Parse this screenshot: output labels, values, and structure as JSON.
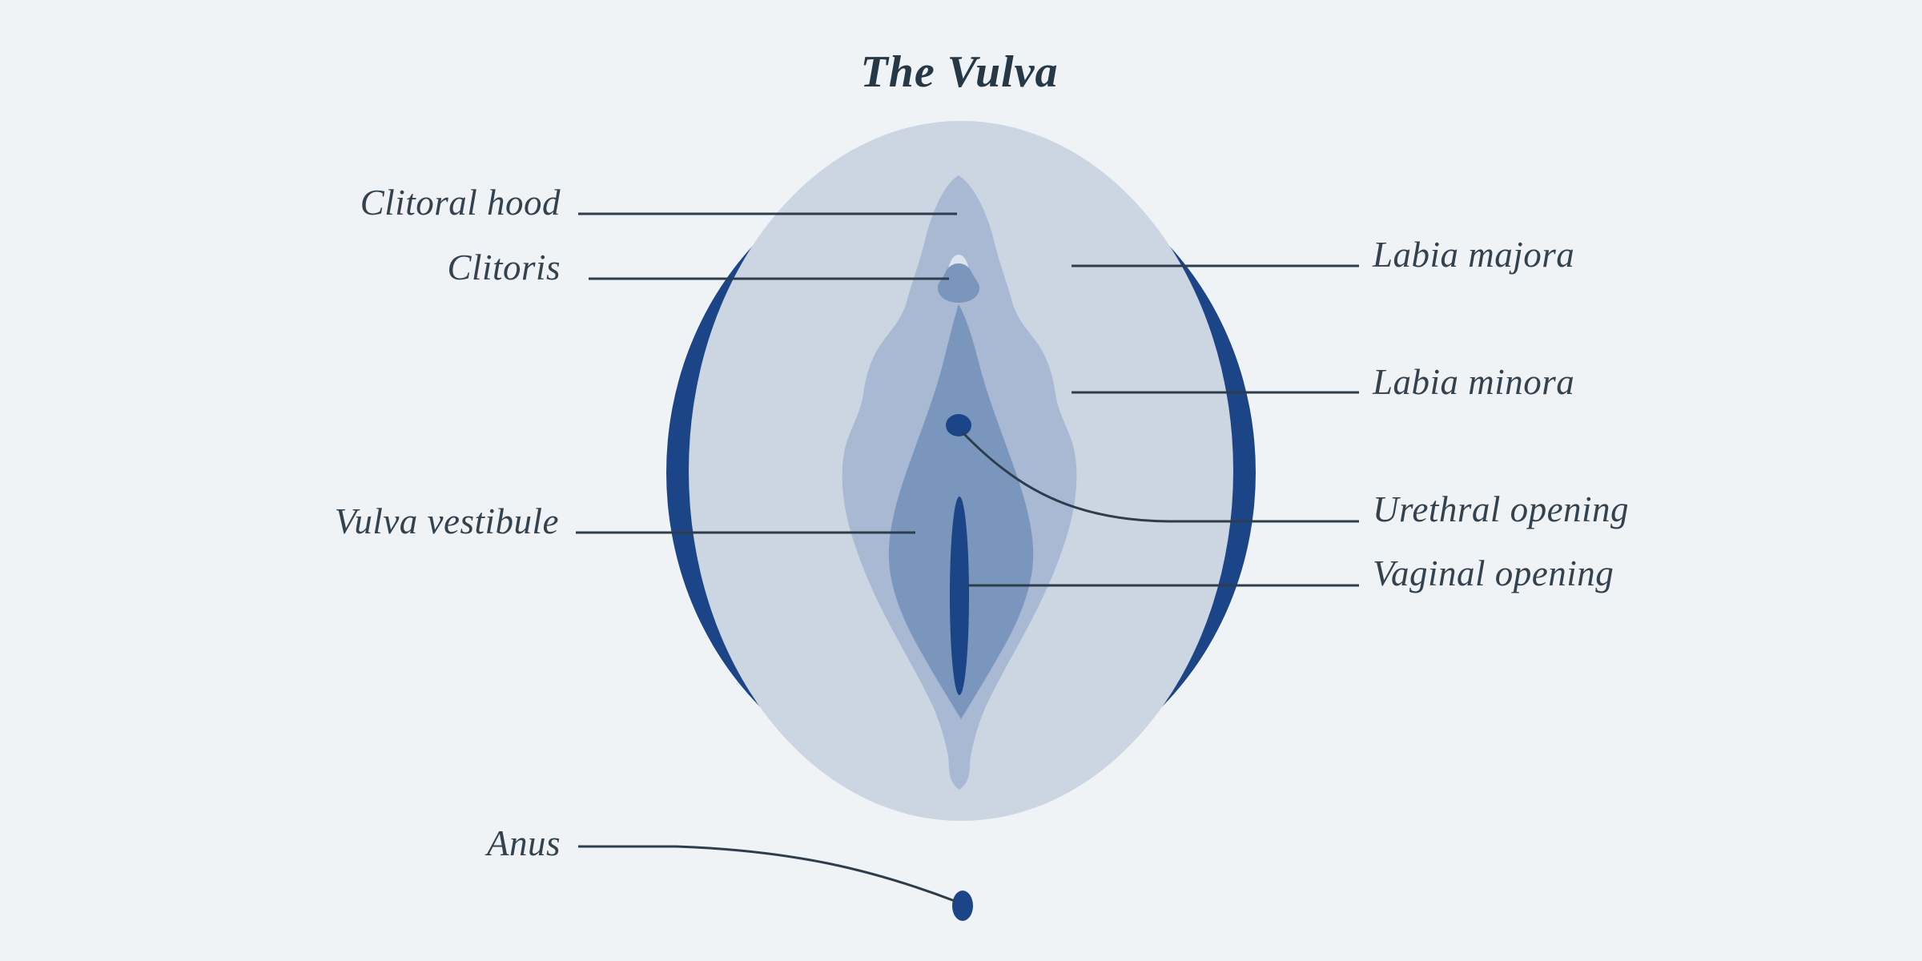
{
  "title": "The Vulva",
  "labels": {
    "clitoral_hood": "Clitoral hood",
    "clitoris": "Clitoris",
    "labia_majora": "Labia majora",
    "labia_minora": "Labia minora",
    "vulva_vestibule": "Vulva vestibule",
    "urethral_opening": "Urethral opening",
    "vaginal_opening": "Vaginal opening",
    "anus": "Anus"
  },
  "colors": {
    "background": "#eff3f6",
    "labia_majora_fill": "#ccd5e2",
    "labia_minora_fill": "#a9b9d3",
    "vestibule_fill": "#7b96bd",
    "accent_navy": "#1b4586",
    "hood_gap_fill": "#dde4ee",
    "title_text": "#263746",
    "label_text": "#32424f",
    "leader_line": "#2e3d4c"
  }
}
